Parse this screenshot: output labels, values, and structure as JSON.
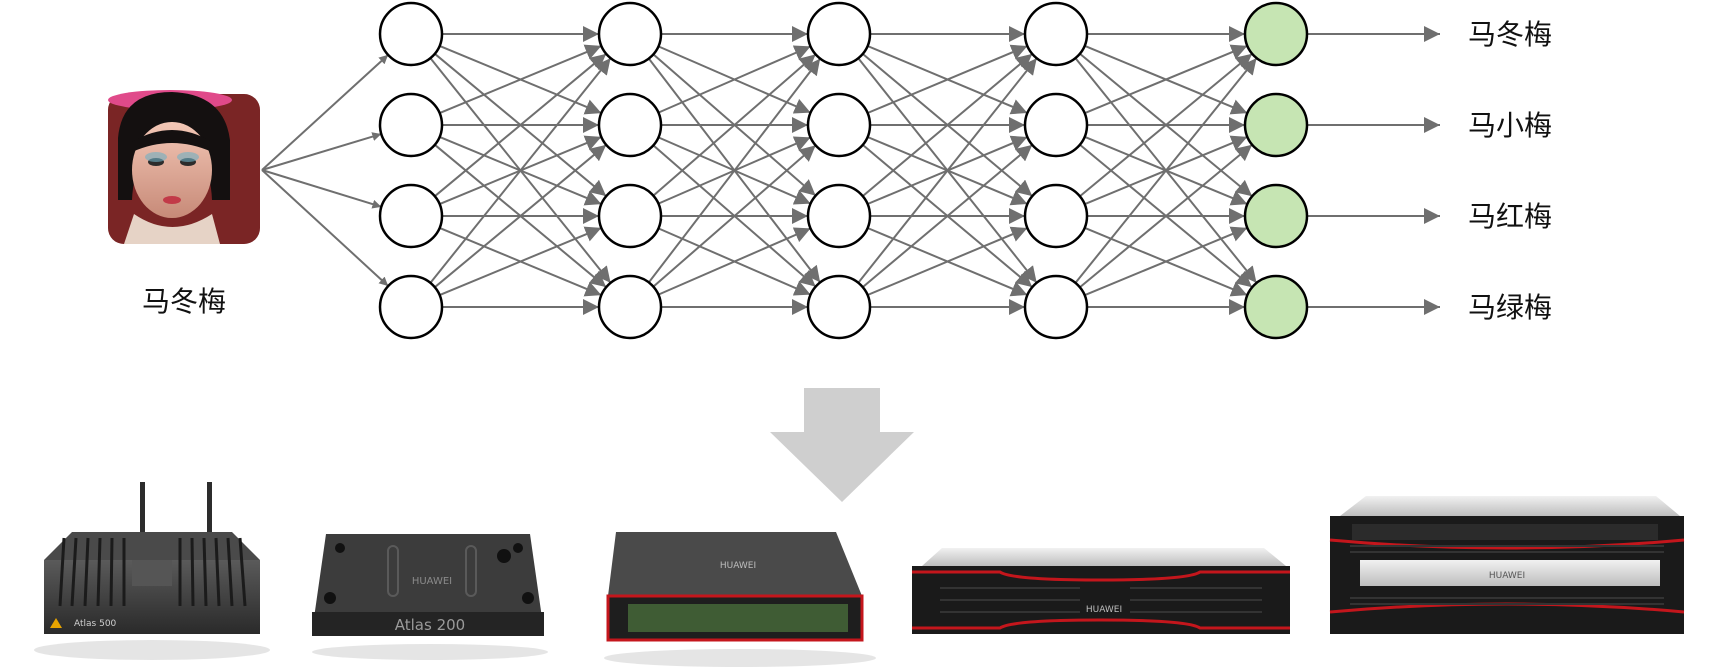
{
  "input": {
    "label": "马冬梅",
    "photo_icon": "portrait-photo-icon"
  },
  "network": {
    "layers": [
      4,
      4,
      4,
      4,
      4
    ],
    "hidden_color": "#ffffff",
    "output_color": "#c6e5b3",
    "edge_color": "#6f6f6f"
  },
  "outputs": [
    {
      "label": "马冬梅"
    },
    {
      "label": "马小梅"
    },
    {
      "label": "马红梅"
    },
    {
      "label": "马绿梅"
    }
  ],
  "arrow": {
    "icon": "down-arrow-icon",
    "color": "#cfcfcf"
  },
  "devices": [
    {
      "icon": "edge-station-device-icon",
      "text": "Atlas 500"
    },
    {
      "icon": "developer-board-device-icon",
      "text": "Atlas 200"
    },
    {
      "icon": "inference-card-device-icon",
      "text": ""
    },
    {
      "icon": "rack-server-2u-device-icon",
      "text": ""
    },
    {
      "icon": "rack-server-4u-device-icon",
      "text": ""
    }
  ],
  "brand_text": "HUAWEI"
}
